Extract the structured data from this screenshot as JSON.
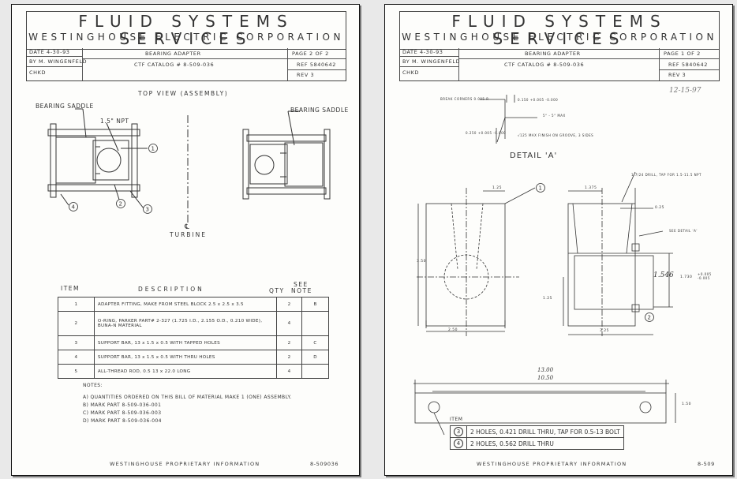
{
  "sheets": [
    {
      "title_main": "FLUID SYSTEMS SERVICES",
      "title_sub": "WESTINGHOUSE ELECTRIC CORPORATION",
      "date": "DATE 4-30-93",
      "by": "BY M. WINGENFELD",
      "chkd": "CHKD",
      "part_name": "BEARING ADAPTER",
      "catalog": "CTF CATALOG # 8-509-036",
      "page": "PAGE 2 OF 2",
      "ref": "REF 5840642",
      "rev": "REV 3",
      "footer": "WESTINGHOUSE PROPRIETARY INFORMATION",
      "footer_num": "8-509036"
    },
    {
      "title_main": "FLUID SYSTEMS SERVICES",
      "title_sub": "WESTINGHOUSE ELECTRIC CORPORATION",
      "date": "DATE 4-30-93",
      "by": "BY M. WINGENFELD",
      "chkd": "CHKD",
      "part_name": "BEARING ADAPTER",
      "catalog": "CTF CATALOG # 8-509-036",
      "page": "PAGE 1 OF 2",
      "ref": "REF 5840642",
      "rev": "REV 3",
      "footer": "WESTINGHOUSE PROPRIETARY INFORMATION",
      "footer_num": "8-509"
    }
  ],
  "page1": {
    "view_title": "TOP VIEW (ASSEMBLY)",
    "left_saddle": "BEARING SADDLE",
    "right_saddle": "BEARING SADDLE",
    "npt": "1.5\" NPT",
    "turbine": "TURBINE",
    "centerline": "℄",
    "callouts": [
      "1",
      "2",
      "3",
      "4"
    ],
    "bom_headers": {
      "item": "ITEM",
      "description": "DESCRIPTION",
      "qty": "QTY",
      "see": "SEE",
      "note": "NOTE"
    },
    "bom_rows": [
      {
        "item": "1",
        "description": "ADAPTER FITTING, MAKE FROM STEEL BLOCK 2.5 x 2.5 x 3.5",
        "qty": "2",
        "note": "B"
      },
      {
        "item": "2",
        "description": "O-RING, PARKER PART# 2-327 (1.725 I.D., 2.155 O.D., 0.210 WIDE), BUNA-N MATERIAL",
        "qty": "4",
        "note": ""
      },
      {
        "item": "3",
        "description": "SUPPORT BAR, 13 x 1.5 x 0.5 WITH TAPPED HOLES",
        "qty": "2",
        "note": "C"
      },
      {
        "item": "4",
        "description": "SUPPORT BAR, 13 x 1.5 x 0.5 WITH THRU HOLES",
        "qty": "2",
        "note": "D"
      },
      {
        "item": "5",
        "description": "ALL-THREAD ROD, 0.5 13 x 22.0 LONG",
        "qty": "4",
        "note": ""
      }
    ],
    "notes_title": "NOTES:",
    "notes": [
      "A)  QUANTITIES ORDERED ON THIS BILL OF MATERIAL MAKE 1 (ONE) ASSEMBLY.",
      "B)  MARK PART 8-509-036-001",
      "C)  MARK PART 8-509-036-003",
      "D)  MARK PART 8-509-036-004"
    ]
  },
  "page2": {
    "handwritten_date": "12-15-97",
    "detail_title": "DETAIL 'A'",
    "break_corners": "BREAK CORNERS 0.005 R",
    "dim_0150": "0.150 +0.005 -0.000",
    "dim_0250": "0.250 +0.005 -0.000",
    "dim_angle": "5° - 5° MAX",
    "finish_note": "√125 MAX FINISH ON GROOVE, 3 SIDES",
    "drill_note": "1.7/24 DRILL, TAP FOR 1.5-11.5 NPT",
    "see_detail": "SEE DETAIL 'A'",
    "dim_125": "1.25",
    "dim_1375": "1.375",
    "dim_350": "3.50",
    "dim_250": "2.50",
    "dim_325": "3.25",
    "dim_025": "0.25",
    "dim_1730": "1.730",
    "dim_1730_tol": "+0.005 -0.005",
    "dim_hand_1546": "1.546",
    "dim_1300": "13.00",
    "dim_1050": "10.50",
    "dim_150": "1.50",
    "callouts": [
      "1",
      "2",
      "3",
      "4"
    ],
    "item_label": "ITEM",
    "items": [
      {
        "num": "3",
        "text": "2 HOLES, 0.421 DRILL THRU, TAP FOR 0.5-13 BOLT"
      },
      {
        "num": "4",
        "text": "2 HOLES, 0.562 DRILL THRU"
      }
    ]
  }
}
